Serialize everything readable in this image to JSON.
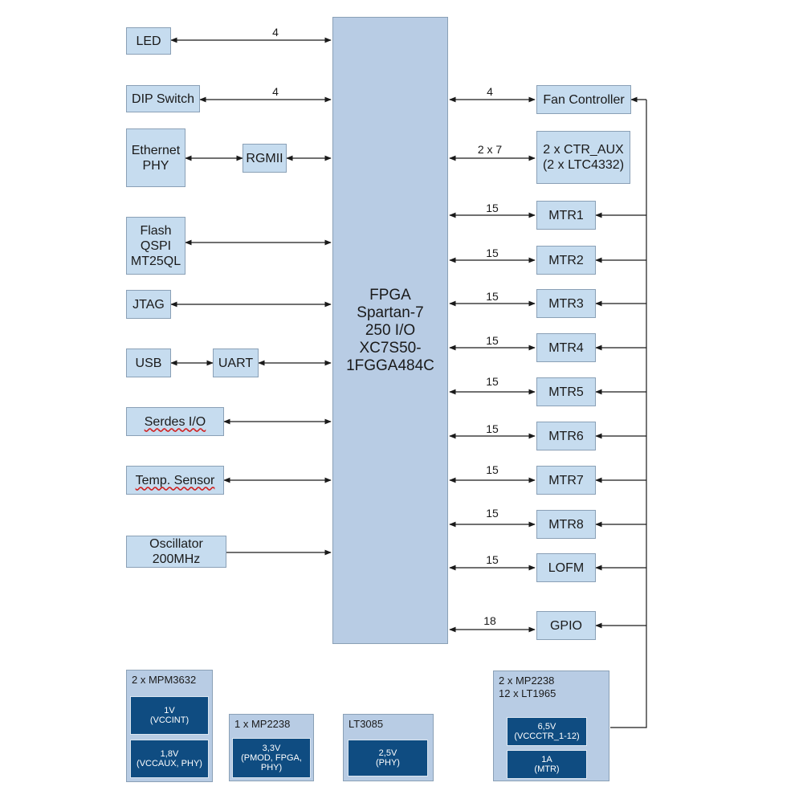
{
  "fpga": {
    "label": "FPGA\nSpartan-7\n250 I/O\nXC7S50-\n1FGGA484C"
  },
  "left_blocks": {
    "led": "LED",
    "dip_switch": "DIP Switch",
    "ethernet_phy": "Ethernet\nPHY",
    "rgmii": "RGMII",
    "flash": "Flash\nQSPI\nMT25QL",
    "jtag": "JTAG",
    "usb": "USB",
    "uart": "UART",
    "serdes": "Serdes I/O",
    "temp_sensor": "Temp. Sensor",
    "oscillator": "Oscillator\n200MHz"
  },
  "left_bus_labels": {
    "led": "4",
    "dip_switch": "4"
  },
  "right_blocks": {
    "fan_controller": "Fan Controller",
    "ctr_aux": "2 x CTR_AUX\n(2 x LTC4332)",
    "mtr1": "MTR1",
    "mtr2": "MTR2",
    "mtr3": "MTR3",
    "mtr4": "MTR4",
    "mtr5": "MTR5",
    "mtr6": "MTR6",
    "mtr7": "MTR7",
    "mtr8": "MTR8",
    "lofm": "LOFM",
    "gpio": "GPIO"
  },
  "right_bus_labels": {
    "fan_controller": "4",
    "ctr_aux": "2 x 7",
    "mtr1": "15",
    "mtr2": "15",
    "mtr3": "15",
    "mtr4": "15",
    "mtr5": "15",
    "mtr6": "15",
    "mtr7": "15",
    "mtr8": "15",
    "lofm": "15",
    "gpio": "18"
  },
  "power": {
    "mpm3632": {
      "title": "2 x MPM3632",
      "rail1": "1V\n(VCCINT)",
      "rail2": "1,8V\n(VCCAUX, PHY)"
    },
    "mp2238_single": {
      "title": "1 x MP2238",
      "rail": "3,3V\n(PMOD, FPGA,\nPHY)"
    },
    "lt3085": {
      "title": "LT3085",
      "rail": "2,5V\n(PHY)"
    },
    "mp2238_lt1965": {
      "title": "2 x MP2238\n12 x LT1965",
      "rail1": "6,5V\n(VCCCTR_1-12)",
      "rail2": "1A\n(MTR)"
    }
  },
  "colors": {
    "block": "#c6dcef",
    "fpga": "#b8cce4",
    "rail": "#0f4c81",
    "line": "#1a1a1a"
  }
}
